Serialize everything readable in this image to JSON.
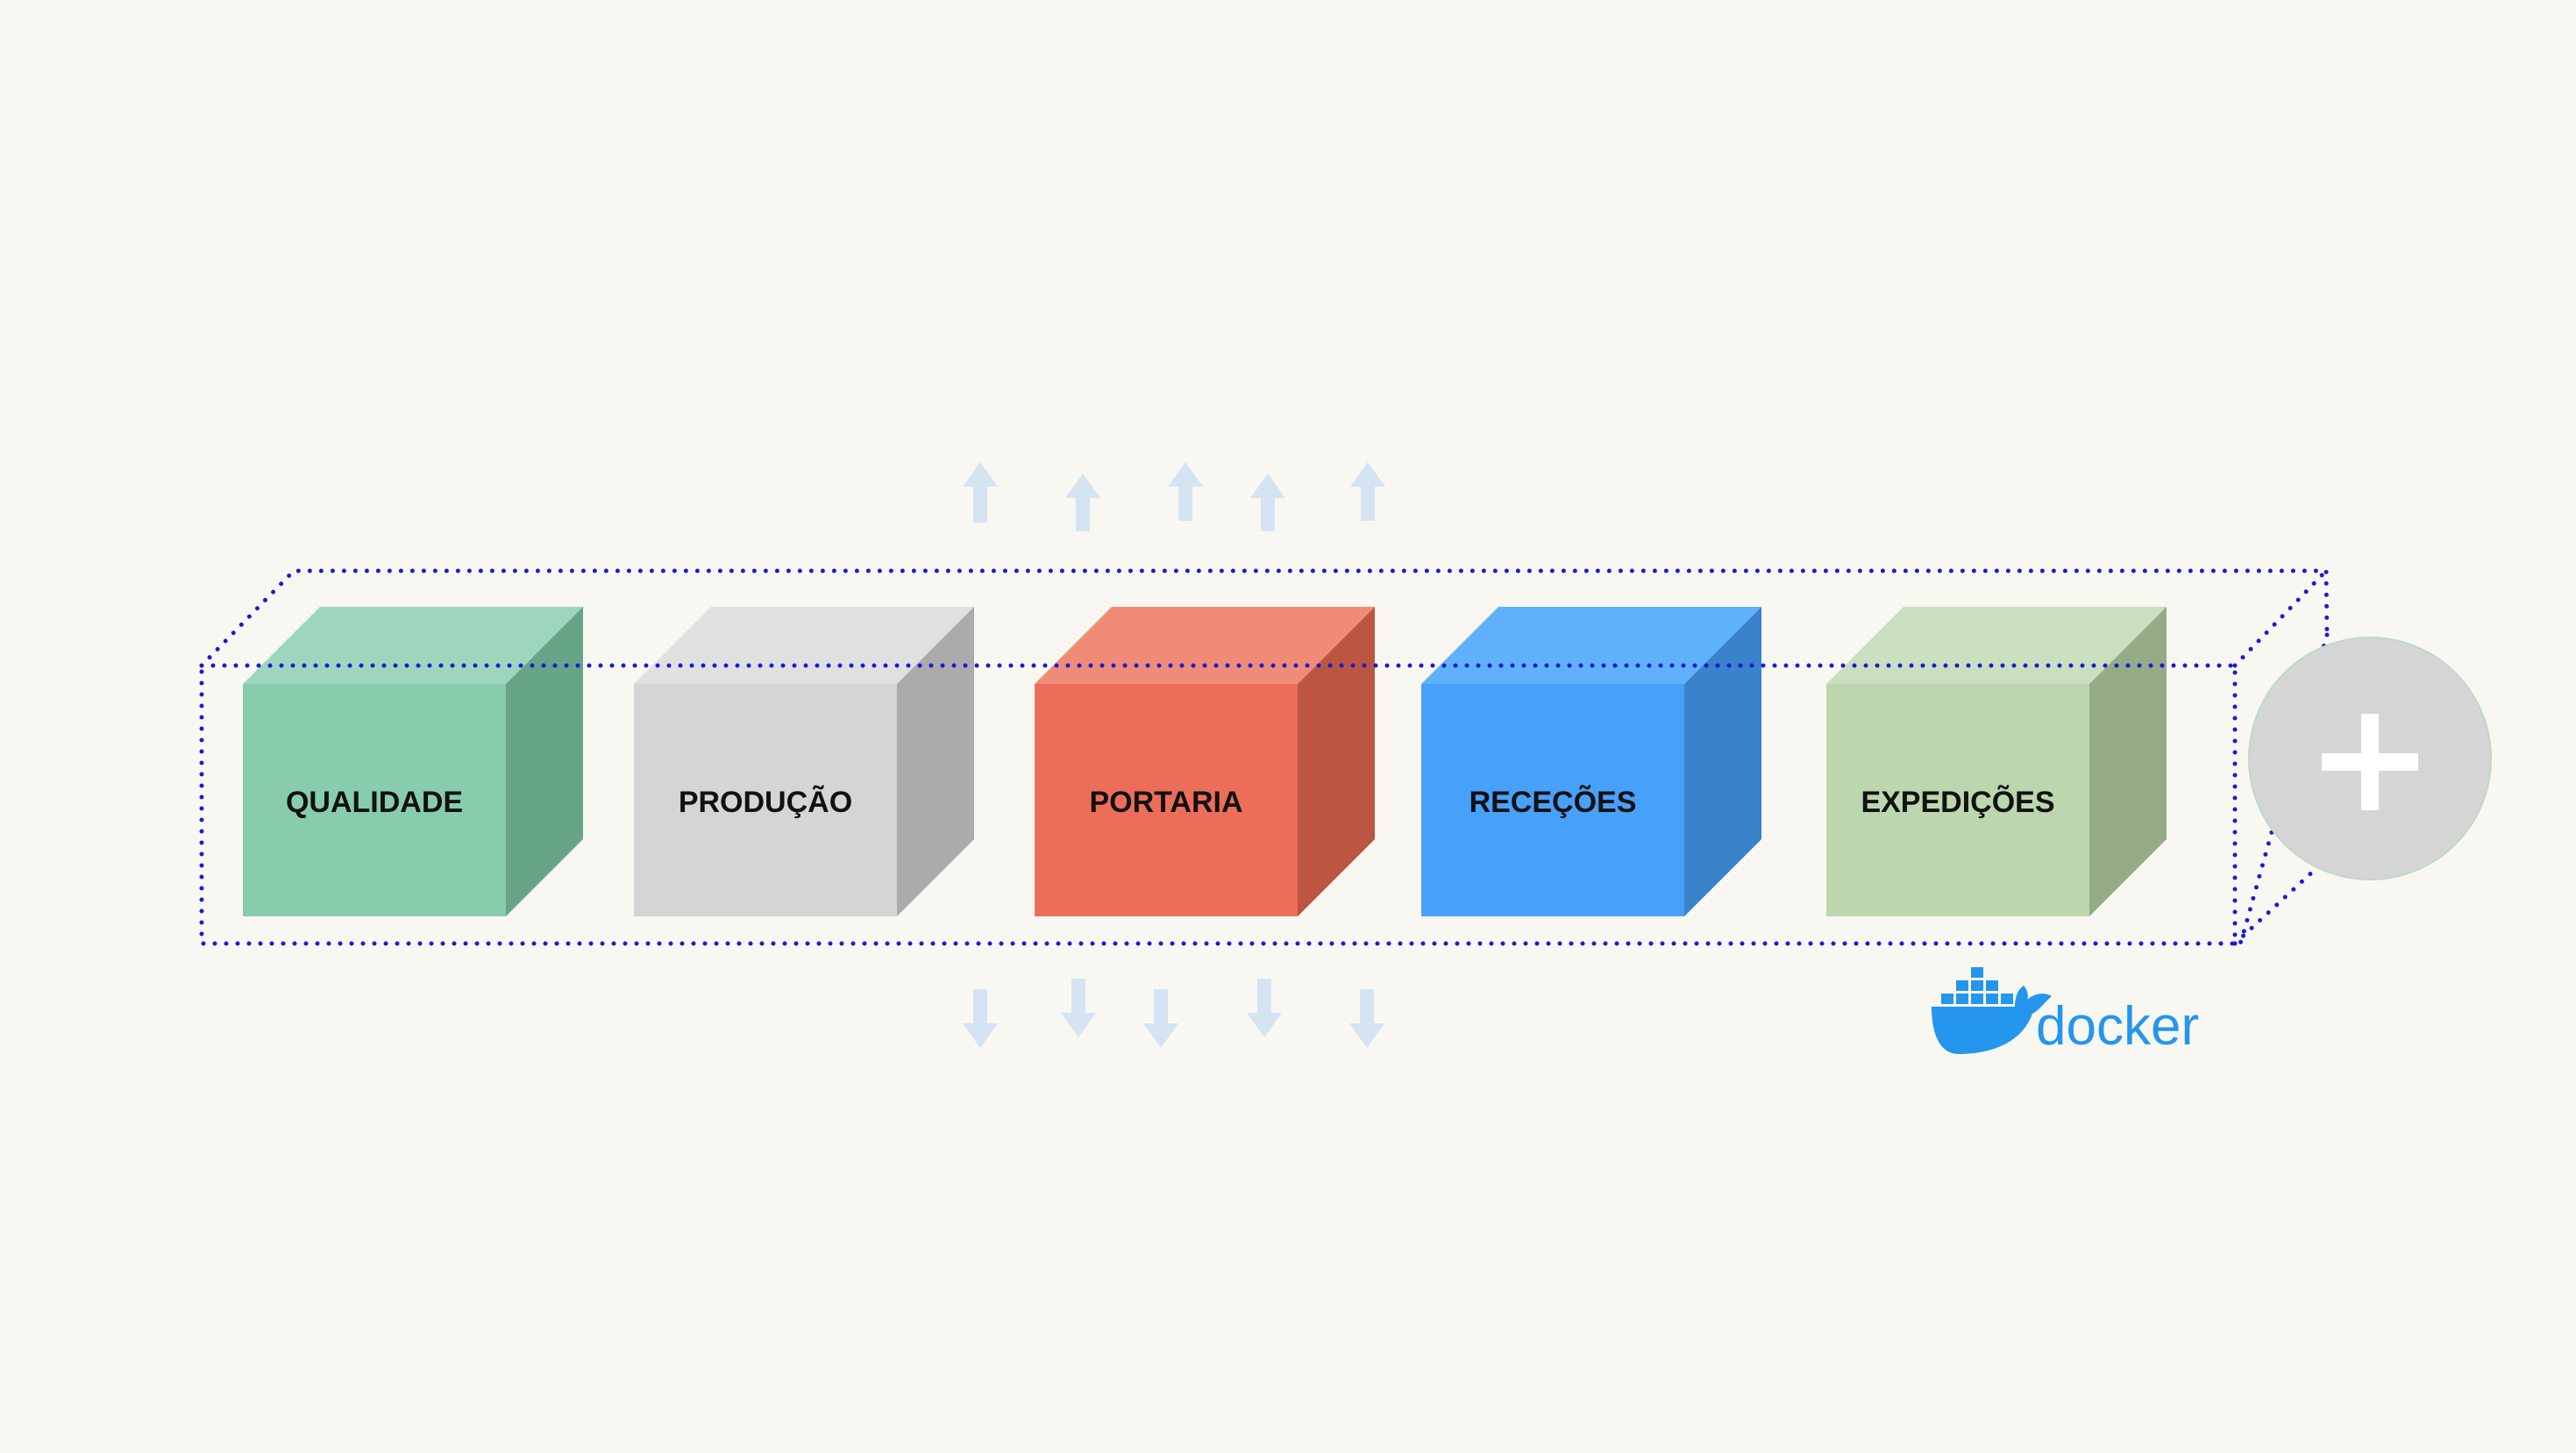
{
  "cubes": [
    {
      "label": "QUALIDADE",
      "front": "#87ccad",
      "top": "#9dd6bd",
      "side": "#67a589"
    },
    {
      "label": "PRODUÇÃO",
      "front": "#d5d5d5",
      "top": "#e0e0e0",
      "side": "#ababab"
    },
    {
      "label": "PORTARIA",
      "front": "#ec6e58",
      "top": "#f08b78",
      "side": "#bc5643"
    },
    {
      "label": "RECEÇÕES",
      "front": "#47a0fa",
      "top": "#5fb1fc",
      "side": "#3a82ca"
    },
    {
      "label": "EXPEDIÇÕES",
      "front": "#bcd6ad",
      "top": "#cadfbe",
      "side": "#95ab88"
    }
  ],
  "colors": {
    "background": "#f9f7f2",
    "container_outline": "#1a1ad6",
    "arrows": "#d5e4f3",
    "add_circle": "#d5d5d5",
    "add_circle_border": "#bfd9c9",
    "docker_blue": "#2496ed"
  },
  "add_button": {
    "icon": "plus-icon"
  },
  "logo": {
    "text": "docker",
    "icon": "docker-whale-icon"
  }
}
